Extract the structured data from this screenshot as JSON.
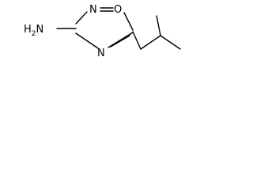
{
  "molecule": {
    "atoms": {
      "amine": "H2N",
      "ring_n2": "N",
      "ring_o1": "O",
      "ring_n4": "N"
    }
  },
  "colors": {
    "background": "#ffffff",
    "ink": "#000000"
  }
}
